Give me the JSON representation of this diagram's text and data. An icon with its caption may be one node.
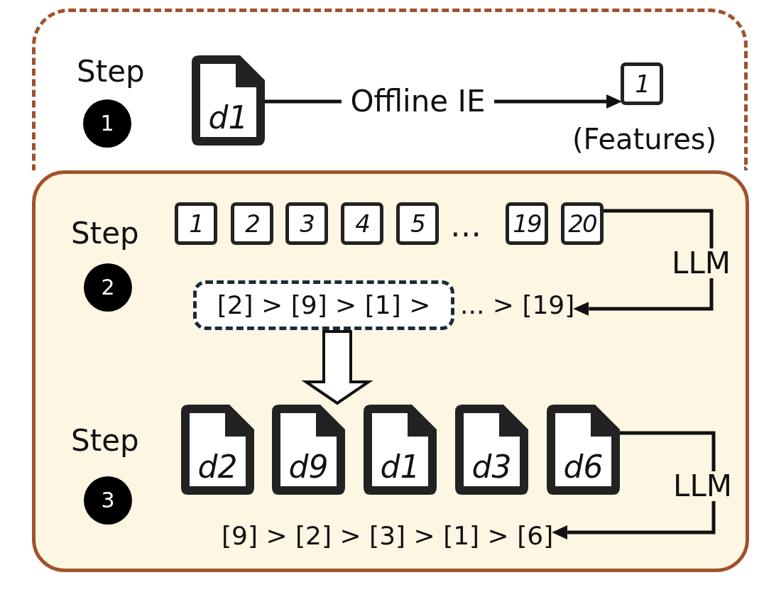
{
  "diagram": {
    "nodes": [
      {
        "text": [],
        "shape": "box"
      },
      {
        "text": [
          "1"
        ],
        "beside": [
          "Step"
        ],
        "in": 0
      },
      {
        "text": [
          "d1"
        ],
        "in": 0
      },
      {
        "text": [
          "1"
        ],
        "beside": [
          "(Features)"
        ],
        "in": 0
      },
      {
        "text": [],
        "shape": "box"
      },
      {
        "text": [
          "2"
        ],
        "beside": [
          "Step"
        ],
        "in": 4
      },
      {
        "text": [
          "1"
        ],
        "in": 4
      },
      {
        "text": [
          "2"
        ],
        "in": 4
      },
      {
        "text": [
          "3"
        ],
        "in": 4
      },
      {
        "text": [
          "4"
        ],
        "in": 4
      },
      {
        "text": [
          "5"
        ],
        "in": 4
      },
      {
        "text": [
          "19"
        ],
        "in": 4
      },
      {
        "text": [
          "20"
        ],
        "in": 4
      },
      {
        "text": [
          "LLM"
        ],
        "in": 4
      },
      {
        "text": [
          "[2] > [9] > [1] >"
        ],
        "in": 4
      },
      {
        "text": [
          "... > [19]"
        ],
        "in": 4
      },
      {
        "text": [
          "3"
        ],
        "beside": [
          "Step"
        ],
        "in": 4
      },
      {
        "text": [
          "d2"
        ],
        "in": 4
      },
      {
        "text": [
          "d9"
        ],
        "in": 4
      },
      {
        "text": [
          "d1"
        ],
        "in": 4
      },
      {
        "text": [
          "d3"
        ],
        "in": 4
      },
      {
        "text": [
          "d6"
        ],
        "in": 4
      },
      {
        "text": [
          "LLM"
        ],
        "in": 4
      },
      {
        "text": [
          "[9] > [2] > [3] > [1] > [6]"
        ],
        "in": 4
      }
    ],
    "edges": [
      {
        "from": 2,
        "to": 3,
        "label": "Offline IE",
        "arrow": "to"
      },
      {
        "from": 12,
        "to": 13,
        "arrow": "none"
      },
      {
        "from": 13,
        "to": 15,
        "arrow": "to"
      },
      {
        "from": 14,
        "to": 18,
        "arrow": "to",
        "style": "thick"
      },
      {
        "from": 21,
        "to": 22,
        "arrow": "none"
      },
      {
        "from": 22,
        "to": 23,
        "arrow": "to"
      }
    ],
    "labels": [
      "…"
    ]
  }
}
